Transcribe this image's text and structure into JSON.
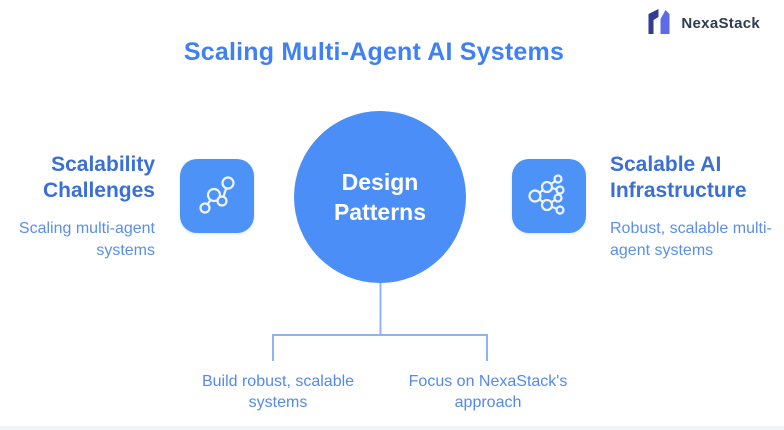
{
  "page": {
    "title": "Scaling Multi-Agent AI Systems"
  },
  "brand": {
    "name": "NexaStack",
    "logo_icon": "nexastack-logo-icon"
  },
  "left_section": {
    "heading": "Scalability Challenges",
    "subtitle": "Scaling multi-agent systems",
    "icon": "line-chart-nodes-icon"
  },
  "center": {
    "label": "Design Patterns"
  },
  "right_section": {
    "heading": "Scalable AI Infrastructure",
    "subtitle": "Robust, scalable multi-agent systems",
    "icon": "network-branch-icon"
  },
  "bottom": {
    "items": [
      {
        "label": "Build robust, scalable systems"
      },
      {
        "label": "Focus on NexaStack's approach"
      }
    ]
  },
  "colors": {
    "title_blue": "#3f80f5",
    "heading_blue": "#3b6fd8",
    "subtitle_blue": "#5a8eec",
    "note_blue": "#5389ec",
    "circle_blue": "#4b8ef7",
    "tile_blue": "#4d92f7",
    "connector_blue": "#8cb4f3",
    "logo_dark_indigo": "#323c96",
    "logo_light_indigo": "#5e6ae8",
    "logo_text": "#2f3b52"
  }
}
